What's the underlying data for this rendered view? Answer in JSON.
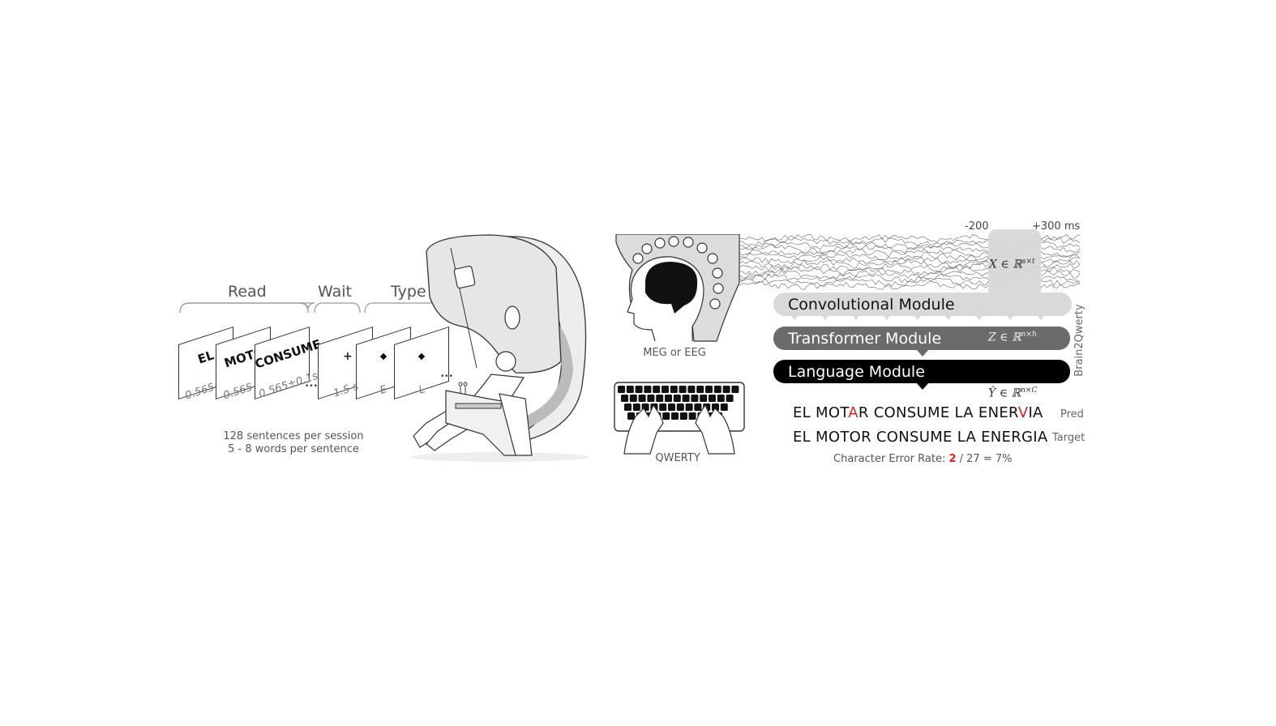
{
  "phases": {
    "read": "Read",
    "wait": "Wait",
    "type": "Type"
  },
  "cards": {
    "word1": "EL",
    "word2": "MOTO",
    "word3": "CONSUME",
    "time1": "0.565",
    "time2": "0.565",
    "time3": "0.565±0.1s",
    "wait_time": "1.5 s",
    "type1": "E",
    "type2": "L",
    "ellipsis": "•••"
  },
  "session_info": {
    "line1": "128 sentences per session",
    "line2": "5 - 8 words per sentence"
  },
  "recording": {
    "label": "MEG or EEG",
    "t_start": "-200",
    "t_end": "+300 ms",
    "x_math": "X ∈ ℝ",
    "x_sup": "s×t"
  },
  "keyboard": {
    "label": "QWERTY"
  },
  "model": {
    "name": "Brain2Qwerty",
    "conv": "Convolutional Module",
    "transformer": "Transformer Module",
    "language": "Language Module",
    "z_math": "Z ∈ ℝ",
    "z_sup": "n×h",
    "y_math": "Ŷ ∈ ℝ",
    "y_sup": "n×C"
  },
  "pred": {
    "seg1": "EL MOT",
    "err1": "A",
    "seg2": "R CONSUME LA ENER",
    "err2": "V",
    "seg3": "IA",
    "label": "Pred"
  },
  "target": {
    "text": "EL MOTOR CONSUME LA ENERGIA",
    "label": "Target"
  },
  "cer": {
    "prefix": "Character Error Rate: ",
    "errors": "2",
    "suffix": " / 27 = 7%"
  },
  "colors": {
    "error": "#e02020",
    "transformer": "#6b6b6b",
    "language": "#000000",
    "conv": "#d9d9d9"
  }
}
